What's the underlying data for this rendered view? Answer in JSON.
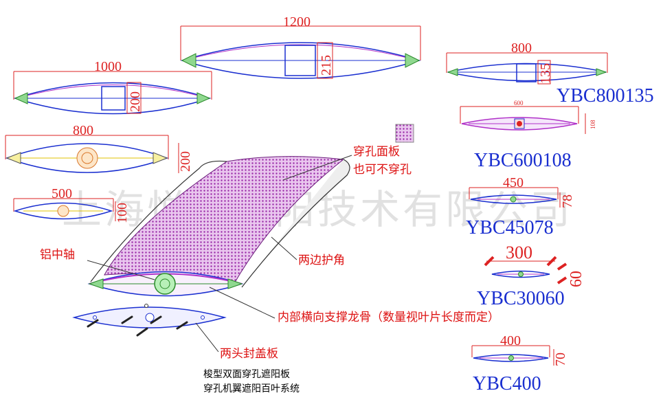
{
  "watermark": "上海悦盾遮阳技术有限公司",
  "profiles": [
    {
      "id": "p1200",
      "width_dim": "1200",
      "height_dim": "215"
    },
    {
      "id": "p1000",
      "width_dim": "1000",
      "height_dim": "200"
    },
    {
      "id": "p800a",
      "width_dim": "800",
      "height_dim": "200"
    },
    {
      "id": "p500",
      "width_dim": "500",
      "height_dim": "100"
    },
    {
      "id": "p800b",
      "width_dim": "800",
      "height_dim": "135",
      "model": "YBC800135"
    },
    {
      "id": "p600",
      "width_dim": "600",
      "height_dim": "108",
      "model": "YBC600108"
    },
    {
      "id": "p450",
      "width_dim": "450",
      "height_dim": "78",
      "model": "YBC45078"
    },
    {
      "id": "p300",
      "width_dim": "300",
      "height_dim": "60",
      "model": "YBC30060"
    },
    {
      "id": "p400",
      "width_dim": "400",
      "height_dim": "70",
      "model": "YBC400"
    }
  ],
  "callouts": {
    "perforated_panel_1": "穿孔面板",
    "perforated_panel_2": "也可不穿孔",
    "edge_guard": "两边护角",
    "center_shaft": "铝中轴",
    "internal_rib": "内部横向支撑龙骨（数量视叶片长度而定）",
    "end_cap": "两头封盖板"
  },
  "caption": {
    "line1": "梭型双面穿孔遮阳板",
    "line2": "穿孔机翼遮阳百叶系统"
  }
}
